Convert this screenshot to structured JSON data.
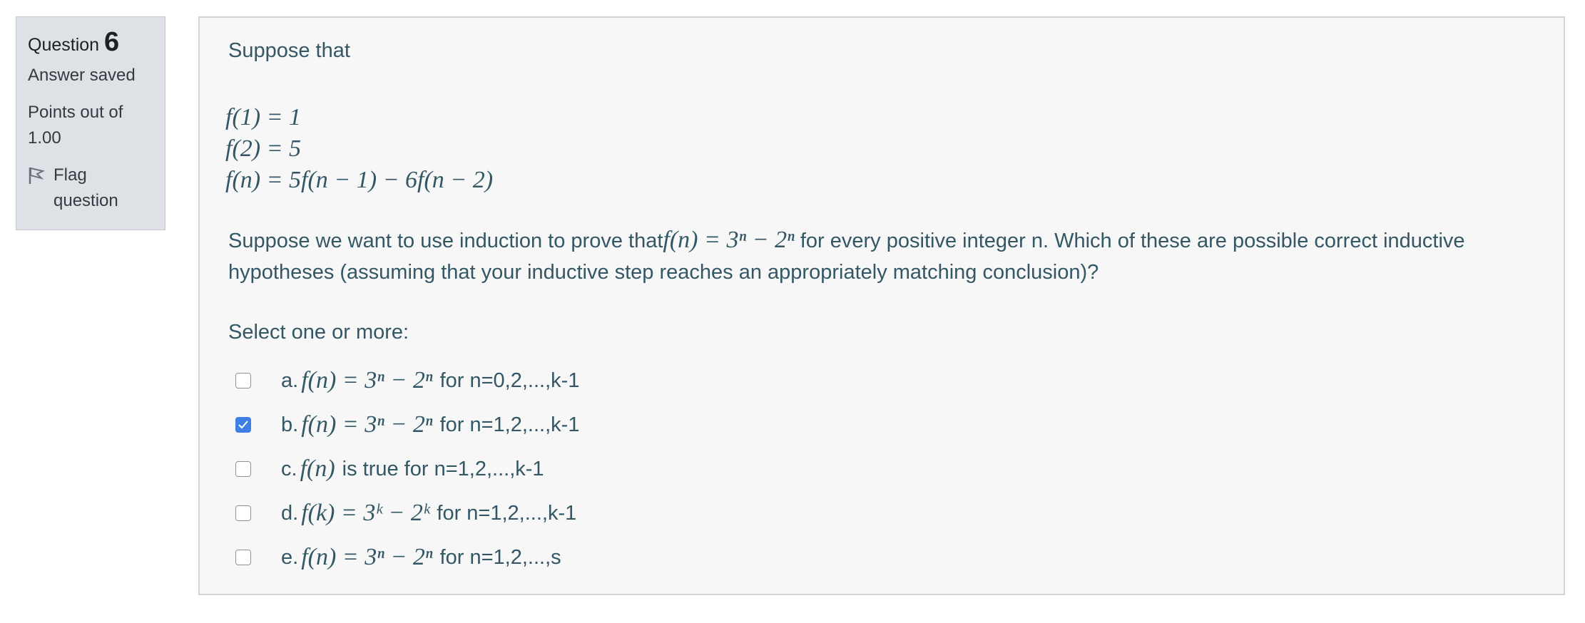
{
  "info": {
    "question_label": "Question",
    "question_number": "6",
    "state": "Answer saved",
    "grade_line1": "Points out of",
    "grade_line2": "1.00",
    "flag_label_line1": "Flag",
    "flag_label_line2": "question",
    "flag_icon": "flag-icon"
  },
  "question": {
    "intro": "Suppose that",
    "equations": [
      "f(1) = 1",
      "f(2) = 5",
      "f(n) = 5f(n − 1) − 6f(n − 2)"
    ],
    "prompt_before": "Suppose we want to use induction to prove that",
    "prompt_math": "f(n) = 3ⁿ − 2ⁿ",
    "prompt_after": " for every positive integer n. Which of these are possible correct inductive hypotheses (assuming that your inductive step reaches an appropriately matching conclusion)?",
    "select_label": "Select one or more:"
  },
  "answers": [
    {
      "letter": "a.",
      "math": "f(n) = 3ⁿ − 2ⁿ",
      "text": "for n=0,2,...,k-1",
      "checked": false
    },
    {
      "letter": "b.",
      "math": "f(n) = 3ⁿ − 2ⁿ",
      "text": "for n=1,2,...,k-1",
      "checked": true
    },
    {
      "letter": "c.",
      "math": "f(n)",
      "text": "is true for n=1,2,...,k-1",
      "checked": false
    },
    {
      "letter": "d.",
      "math": "f(k) = 3ᵏ − 2ᵏ",
      "text": "for n=1,2,...,k-1",
      "checked": false
    },
    {
      "letter": "e.",
      "math": "f(n) = 3ⁿ − 2ⁿ",
      "text": "for n=1,2,...,s",
      "checked": false
    }
  ],
  "colors": {
    "accent": "#3f7ee3",
    "text": "#335765",
    "info_bg": "#dee2e6",
    "content_bg": "#f7f7f7"
  }
}
